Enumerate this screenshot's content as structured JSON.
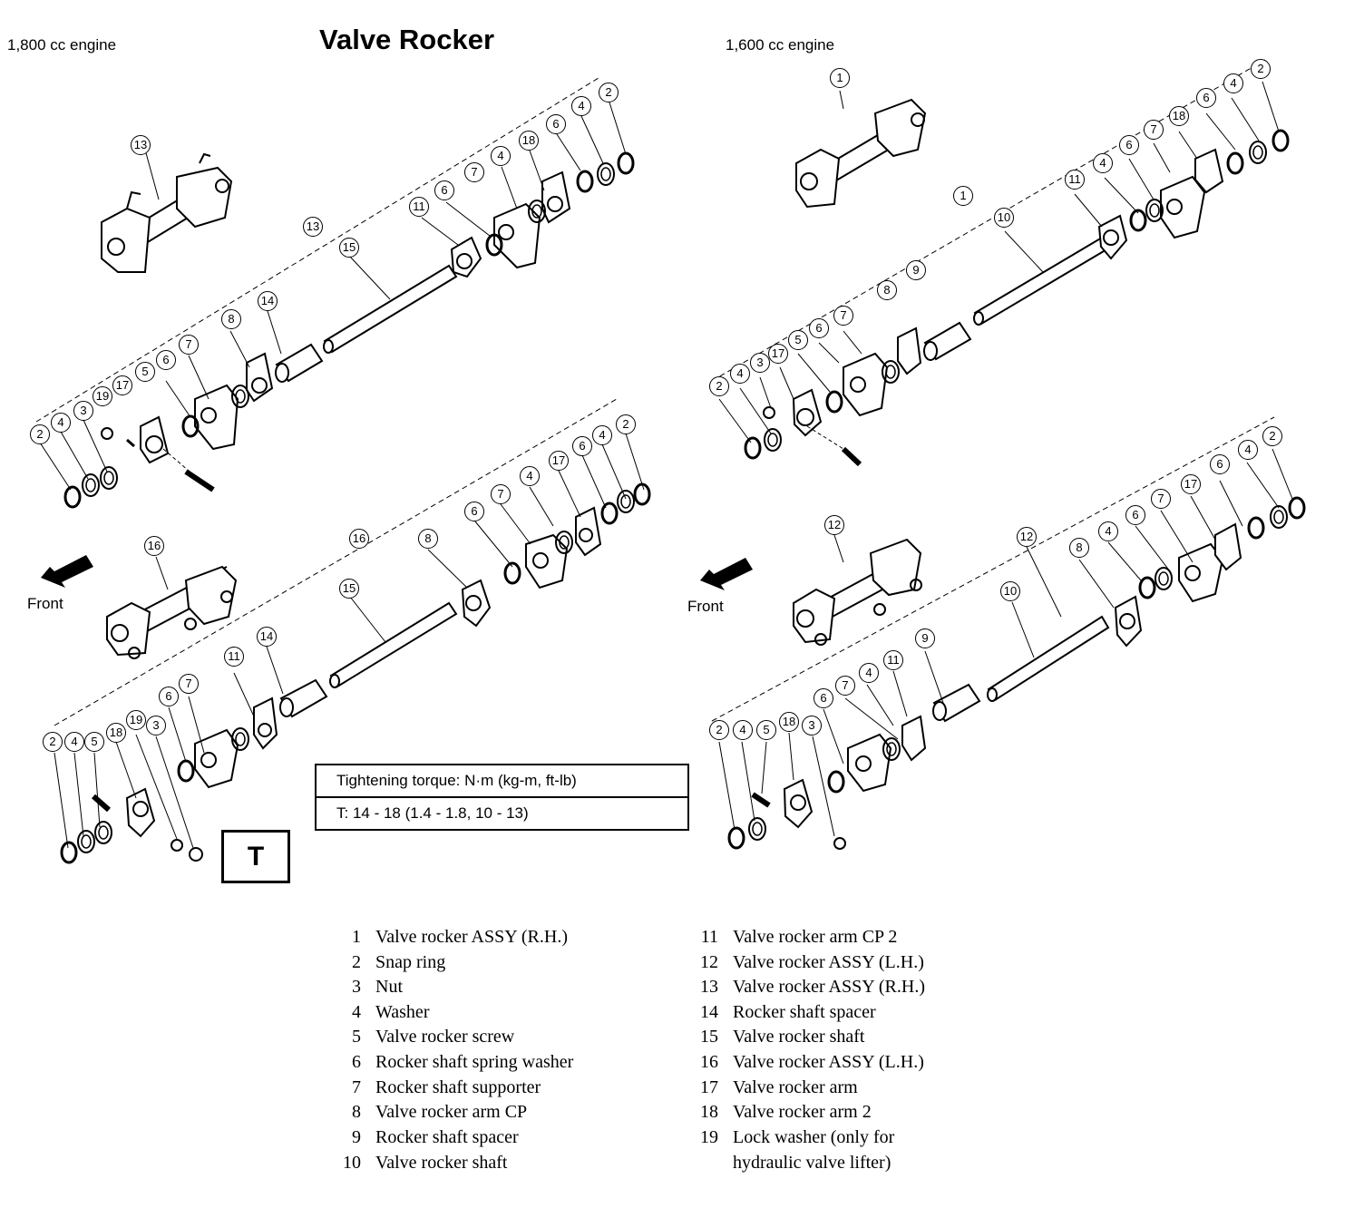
{
  "header": {
    "left_engine": "1,800 cc engine",
    "title": "Valve Rocker",
    "right_engine": "1,600 cc engine"
  },
  "front_label": "Front",
  "torque": {
    "header": "Tightening torque:  N·m (kg-m, ft-lb)",
    "value": "T:  14 - 18 (1.4 - 1.8, 10 - 13)",
    "mark": "T"
  },
  "callouts": {
    "c1": "1",
    "c2": "2",
    "c3": "3",
    "c4": "4",
    "c5": "5",
    "c6": "6",
    "c7": "7",
    "c8": "8",
    "c9": "9",
    "c10": "10",
    "c11": "11",
    "c12": "12",
    "c13": "13",
    "c14": "14",
    "c15": "15",
    "c16": "16",
    "c17": "17",
    "c18": "18",
    "c19": "19"
  },
  "legend": [
    {
      "num": "1",
      "label": "Valve rocker ASSY (R.H.)"
    },
    {
      "num": "2",
      "label": "Snap ring"
    },
    {
      "num": "3",
      "label": "Nut"
    },
    {
      "num": "4",
      "label": "Washer"
    },
    {
      "num": "5",
      "label": "Valve rocker screw"
    },
    {
      "num": "6",
      "label": "Rocker shaft spring washer"
    },
    {
      "num": "7",
      "label": "Rocker shaft supporter"
    },
    {
      "num": "8",
      "label": "Valve rocker arm CP"
    },
    {
      "num": "9",
      "label": "Rocker shaft spacer"
    },
    {
      "num": "10",
      "label": "Valve rocker shaft"
    },
    {
      "num": "11",
      "label": "Valve rocker arm CP 2"
    },
    {
      "num": "12",
      "label": "Valve rocker ASSY (L.H.)"
    },
    {
      "num": "13",
      "label": "Valve rocker ASSY (R.H.)"
    },
    {
      "num": "14",
      "label": "Rocker shaft spacer"
    },
    {
      "num": "15",
      "label": "Valve rocker shaft"
    },
    {
      "num": "16",
      "label": "Valve rocker ASSY (L.H.)"
    },
    {
      "num": "17",
      "label": "Valve rocker arm"
    },
    {
      "num": "18",
      "label": "Valve rocker arm 2"
    },
    {
      "num": "19",
      "label": "Lock washer (only for"
    },
    {
      "num": "",
      "label": "hydraulic valve lifter)"
    }
  ]
}
